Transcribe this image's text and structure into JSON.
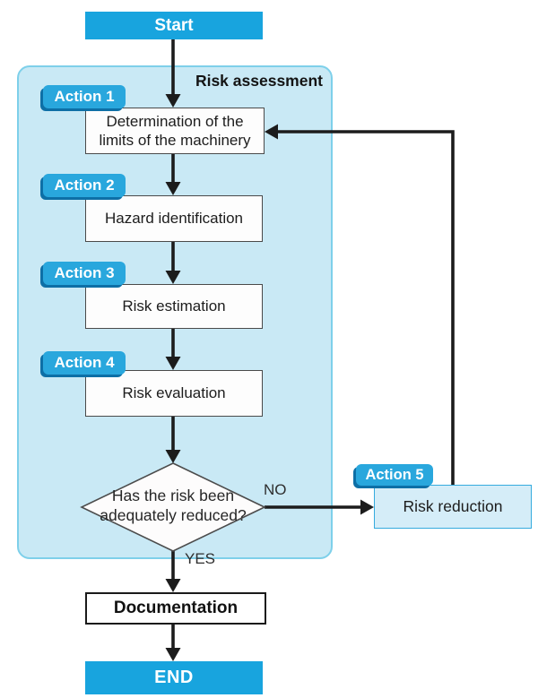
{
  "flowchart": {
    "start_label": "Start",
    "end_label": "END",
    "container_label": "Risk assessment",
    "steps": [
      {
        "badge": "Action 1",
        "label": "Determination of the limits of the machinery"
      },
      {
        "badge": "Action 2",
        "label": "Hazard identification"
      },
      {
        "badge": "Action 3",
        "label": "Risk estimation"
      },
      {
        "badge": "Action 4",
        "label": "Risk evaluation"
      }
    ],
    "decision": {
      "question": "Has the risk been adequately reduced?",
      "no_label": "NO",
      "yes_label": "YES"
    },
    "risk_reduction": {
      "badge": "Action 5",
      "label": "Risk reduction"
    },
    "documentation_label": "Documentation"
  },
  "colors": {
    "accent_cyan": "#18a4de",
    "badge_fill": "#29a7dd",
    "badge_shadow": "#0d6fa6",
    "container_fill": "#c9e9f5",
    "container_border": "#7ed0ea",
    "risk_reduction_fill": "#d5edf8",
    "risk_reduction_border": "#35abde",
    "step_border": "#4a4a4a",
    "arrow_color": "#1c1c1c"
  }
}
